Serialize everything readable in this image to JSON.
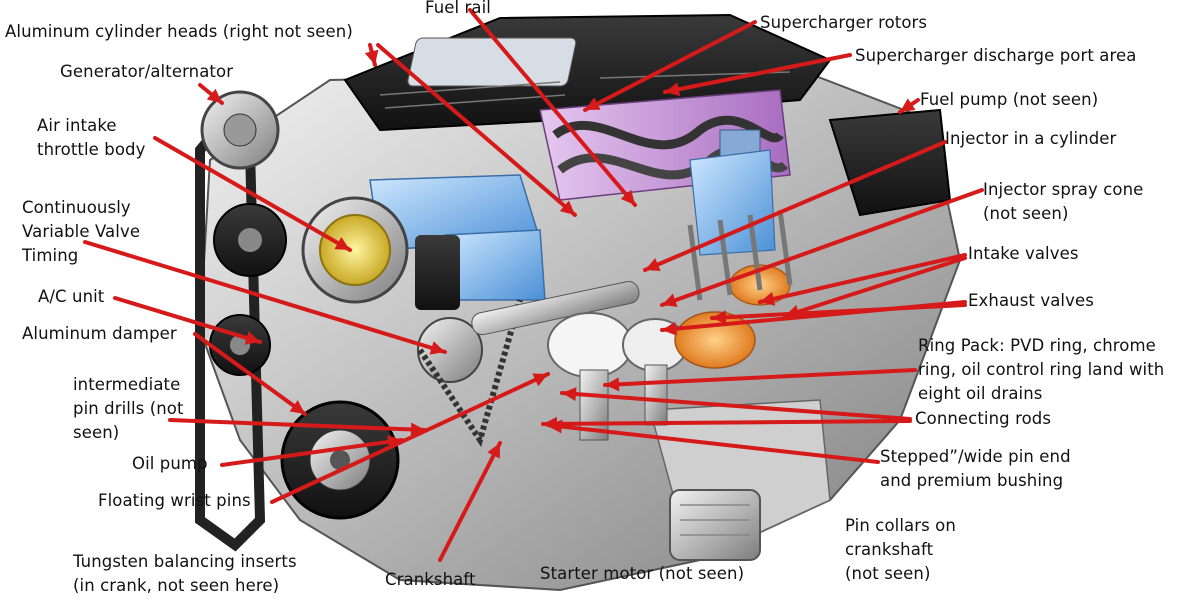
{
  "diagram": {
    "arrow_color": "#d61a1a",
    "labels": {
      "aluminum_cylinder_heads": "Aluminum cylinder heads (right not seen)",
      "fuel_rail": "Fuel rail",
      "supercharger_rotors": "Supercharger rotors",
      "supercharger_discharge": "Supercharger discharge port area",
      "generator_alternator": "Generator/alternator",
      "fuel_pump": "Fuel pump (not seen)",
      "air_intake": "Air intake\nthrottle body",
      "injector_in_cylinder": "Injector in a cylinder",
      "injector_spray_cone": "Injector spray cone\n(not seen)",
      "cvvt": "Continuously\nVariable Valve\nTiming",
      "intake_valves": "Intake valves",
      "ac_unit": "A/C unit",
      "exhaust_valves": "Exhaust valves",
      "aluminum_damper": "Aluminum damper",
      "ring_pack": "Ring Pack: PVD ring, chrome\nring, oil control ring land with\neight oil drains",
      "intermediate_pin_drills": "intermediate\npin drills (not\nseen)",
      "connecting_rods": "Connecting rods",
      "oil_pump": "Oil pump",
      "stepped_pin_end": "Stepped”/wide pin end\nand premium bushing",
      "floating_wrist_pins": "Floating wrist pins",
      "pin_collars": "Pin collars on\ncrankshaft\n(not seen)",
      "tungsten_inserts": "Tungsten balancing inserts\n(in crank, not seen here)",
      "crankshaft": "Crankshaft",
      "starter_motor": "Starter motor (not seen)"
    }
  }
}
